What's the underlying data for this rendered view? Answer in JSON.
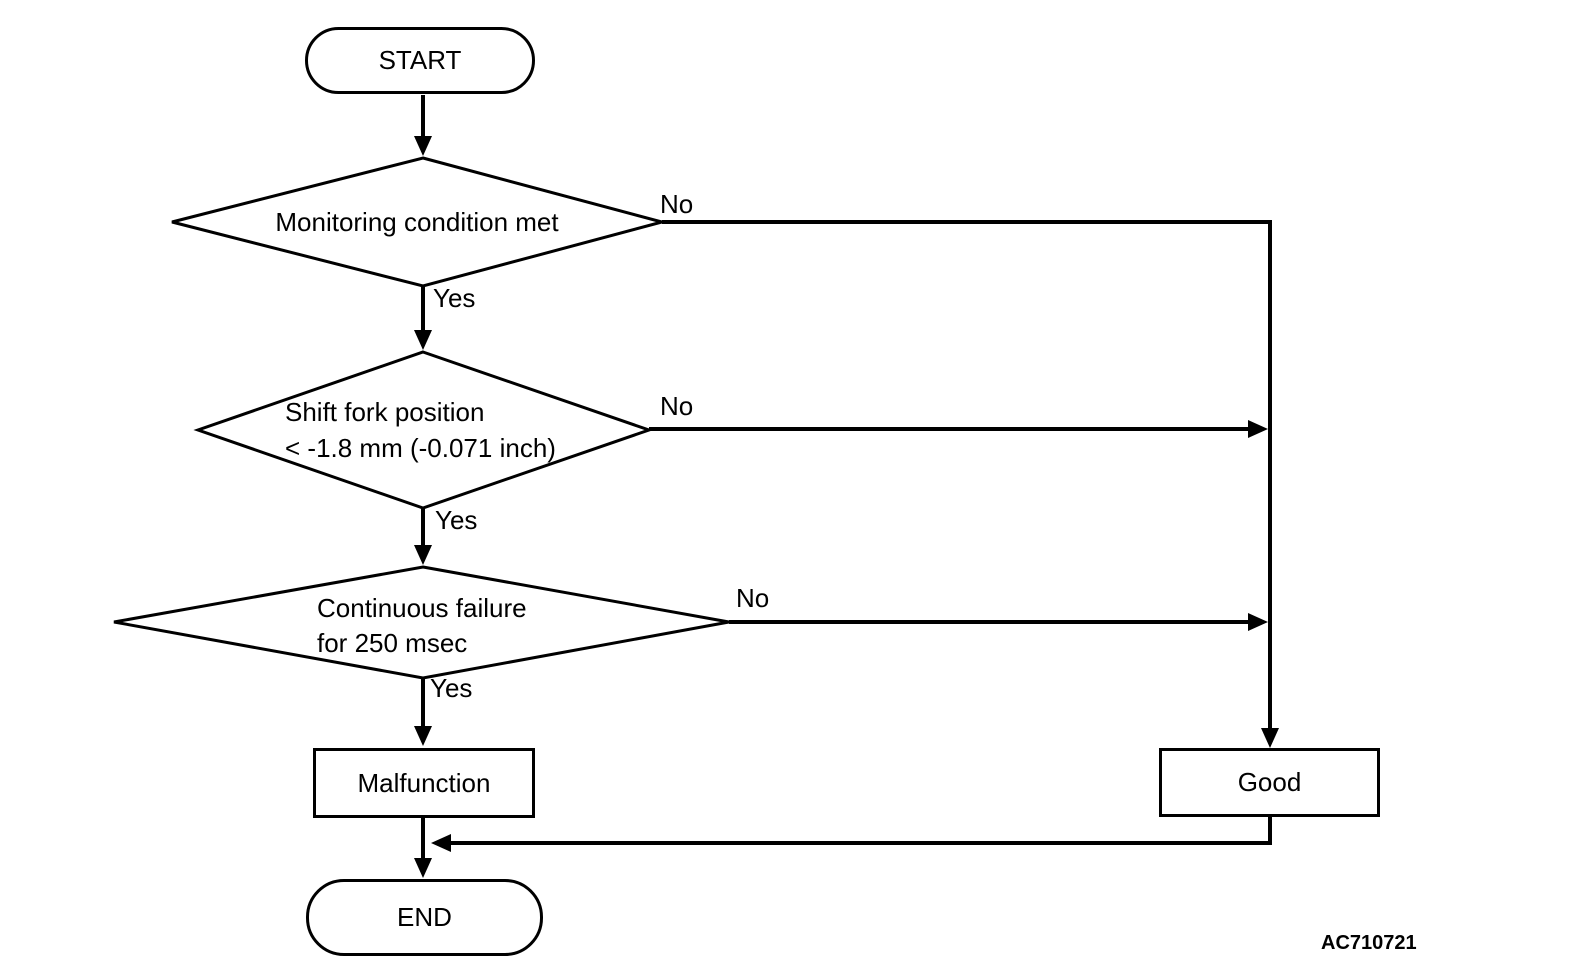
{
  "figure": {
    "code": "AC710721",
    "background_color": "#ffffff",
    "line_color": "#000000",
    "text_color": "#000000"
  },
  "flowchart": {
    "nodes": {
      "start": {
        "shape": "terminator",
        "label": "START"
      },
      "monitoring": {
        "shape": "decision",
        "label": "Monitoring condition met"
      },
      "shift_fork": {
        "shape": "decision",
        "line1": "Shift fork position",
        "line2": "< -1.8 mm (-0.071 inch)"
      },
      "continuous_failure": {
        "shape": "decision",
        "line1": "Continuous failure",
        "line2": "for 250 msec"
      },
      "malfunction": {
        "shape": "process",
        "label": "Malfunction"
      },
      "good": {
        "shape": "process",
        "label": "Good"
      },
      "end": {
        "shape": "terminator",
        "label": "END"
      }
    },
    "edge_labels": {
      "monitoring_no": "No",
      "monitoring_yes": "Yes",
      "shift_fork_no": "No",
      "shift_fork_yes": "Yes",
      "continuous_failure_no": "No",
      "continuous_failure_yes": "Yes"
    },
    "flow": [
      {
        "from": "start",
        "to": "monitoring",
        "label": ""
      },
      {
        "from": "monitoring",
        "to": "shift_fork",
        "label": "Yes"
      },
      {
        "from": "monitoring",
        "to": "good",
        "label": "No"
      },
      {
        "from": "shift_fork",
        "to": "continuous_failure",
        "label": "Yes"
      },
      {
        "from": "shift_fork",
        "to": "good",
        "label": "No"
      },
      {
        "from": "continuous_failure",
        "to": "malfunction",
        "label": "Yes"
      },
      {
        "from": "continuous_failure",
        "to": "good",
        "label": "No"
      },
      {
        "from": "malfunction",
        "to": "end",
        "label": ""
      },
      {
        "from": "good",
        "to": "end",
        "label": ""
      }
    ]
  }
}
